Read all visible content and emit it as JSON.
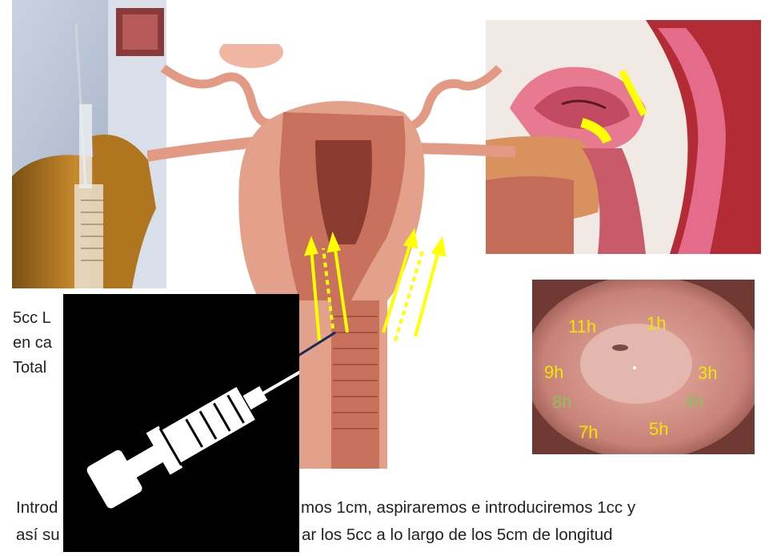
{
  "left_text": {
    "line1": "5cc L",
    "line2": "en ca",
    "line3": "Total"
  },
  "bottom_text": {
    "line1_left": "Introd",
    "line1_right": "mos 1cm, aspiraremos e introduciremos 1cc y",
    "line2_left": "así su",
    "line2_right": "ar los 5cc a lo largo de los 5cm de longitud"
  },
  "cervix_labels": [
    {
      "text": "11h",
      "color": "#f2e600"
    },
    {
      "text": "1h",
      "color": "#f2e600"
    },
    {
      "text": "9h",
      "color": "#f2e600"
    },
    {
      "text": "3h",
      "color": "#f2e600"
    },
    {
      "text": "8h",
      "color": "#8fbf5a"
    },
    {
      "text": "4h",
      "color": "#8fbf5a"
    },
    {
      "text": "7h",
      "color": "#f2e600"
    },
    {
      "text": "5h",
      "color": "#f2e600"
    }
  ],
  "colors": {
    "arrow": "#ffff00",
    "tissue": "#c8715c",
    "tissue_light": "#e3a08a",
    "mucosa": "#d98a9a",
    "black_panel": "#000000"
  },
  "icons": [
    "syringe-icon"
  ]
}
